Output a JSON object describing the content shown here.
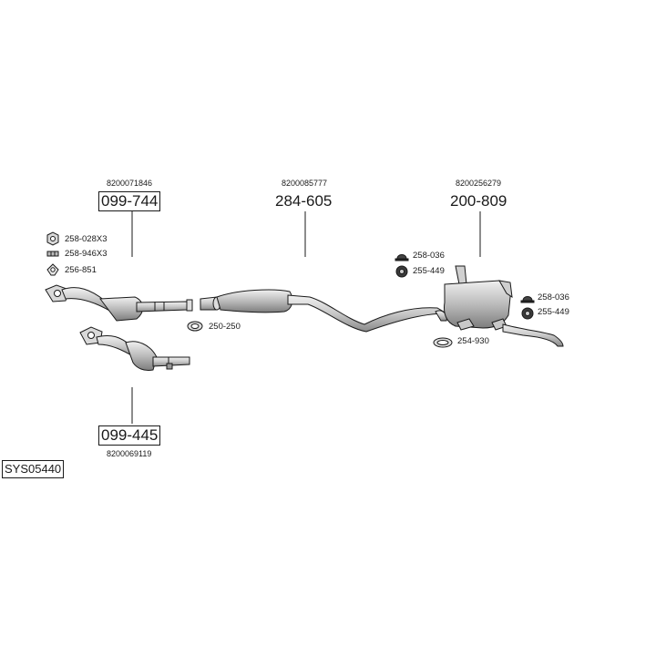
{
  "title_code": "SYS05440",
  "groups": [
    {
      "id": "front-cat-top",
      "oem": "8200071846",
      "part": "099-744",
      "boxed": true
    },
    {
      "id": "middle-silencer",
      "oem": "8200085777",
      "part": "284-605",
      "boxed": false
    },
    {
      "id": "rear-silencer",
      "oem": "8200256279",
      "part": "200-809",
      "boxed": false
    },
    {
      "id": "front-cat-bottom",
      "oem": "8200069119",
      "part": "099-445",
      "boxed": true
    }
  ],
  "hardware": [
    {
      "id": "nut",
      "label": "258-028X3",
      "icon": "hex-nut-icon"
    },
    {
      "id": "bolt",
      "label": "258-946X3",
      "icon": "bolt-icon"
    },
    {
      "id": "gasket",
      "label": "256-851",
      "icon": "gasket-icon"
    },
    {
      "id": "clamp-mid",
      "label": "250-250",
      "icon": "clamp-icon"
    },
    {
      "id": "rubber-a",
      "label": "258-036",
      "icon": "rubber-mount-icon"
    },
    {
      "id": "hanger-a",
      "label": "255-449",
      "icon": "hanger-ring-icon"
    },
    {
      "id": "clamp-rear",
      "label": "254-930",
      "icon": "clamp-icon"
    },
    {
      "id": "rubber-b",
      "label": "258-036",
      "icon": "rubber-mount-icon"
    },
    {
      "id": "hanger-b",
      "label": "255-449",
      "icon": "hanger-ring-icon"
    }
  ],
  "colors": {
    "line": "#1a1a1a",
    "metal_light": "#e6e6e6",
    "metal_mid": "#b8b8b8",
    "metal_dark": "#7a7a7a"
  }
}
